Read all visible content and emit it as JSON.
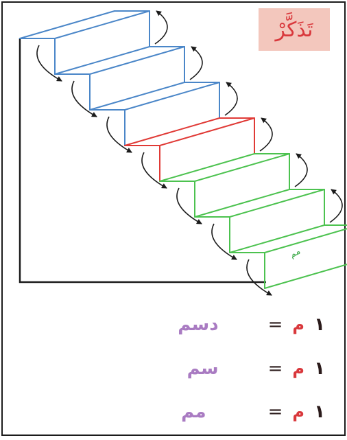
{
  "badge": {
    "text": "تَذَكَّرْ"
  },
  "diagram": {
    "step_label": "مم"
  },
  "equations": [
    {
      "one": "١",
      "meter": "م",
      "equals": "=",
      "unit": "دسم"
    },
    {
      "one": "١",
      "meter": "م",
      "equals": "=",
      "unit": "سم"
    },
    {
      "one": "١",
      "meter": "م",
      "equals": "=",
      "unit": "مم"
    }
  ],
  "colors": {
    "blue": "#4a86c8",
    "red": "#e03a36",
    "green": "#4cc24f",
    "border": "#1b1b1b",
    "badge": "#f3c7bd",
    "unit": "#a97bc2"
  }
}
